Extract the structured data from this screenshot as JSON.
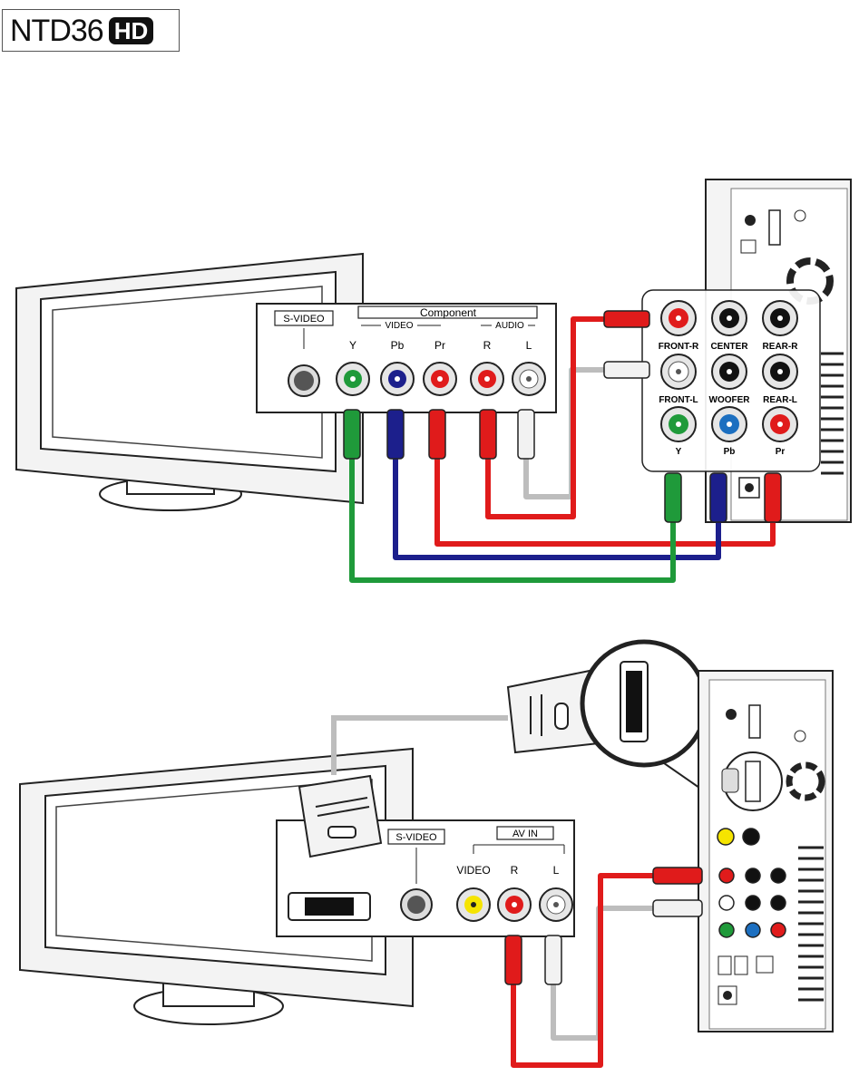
{
  "brand": {
    "model": "NTD36",
    "badge": "HD"
  },
  "colors": {
    "green": "#1f9a3a",
    "blue": "#1c1f8c",
    "red": "#e01b1b",
    "white": "#f2f2f2",
    "gray_cable": "#bdbdbd",
    "yellow": "#f5e400"
  },
  "diagram1": {
    "tv_panel": {
      "svideo": "S-VIDEO",
      "component": "Component",
      "video_group": "VIDEO",
      "audio_group": "AUDIO",
      "jacks": [
        "Y",
        "Pb",
        "Pr",
        "R",
        "L"
      ]
    },
    "player_panel": {
      "row1": [
        "FRONT-R",
        "CENTER",
        "REAR-R"
      ],
      "row2": [
        "FRONT-L",
        "WOOFER",
        "REAR-L"
      ],
      "row3": [
        "Y",
        "Pb",
        "Pr"
      ]
    }
  },
  "diagram2": {
    "tv_panel": {
      "svideo": "S-VIDEO",
      "av_in": "AV IN",
      "jacks": [
        "VIDEO",
        "R",
        "L"
      ]
    }
  }
}
